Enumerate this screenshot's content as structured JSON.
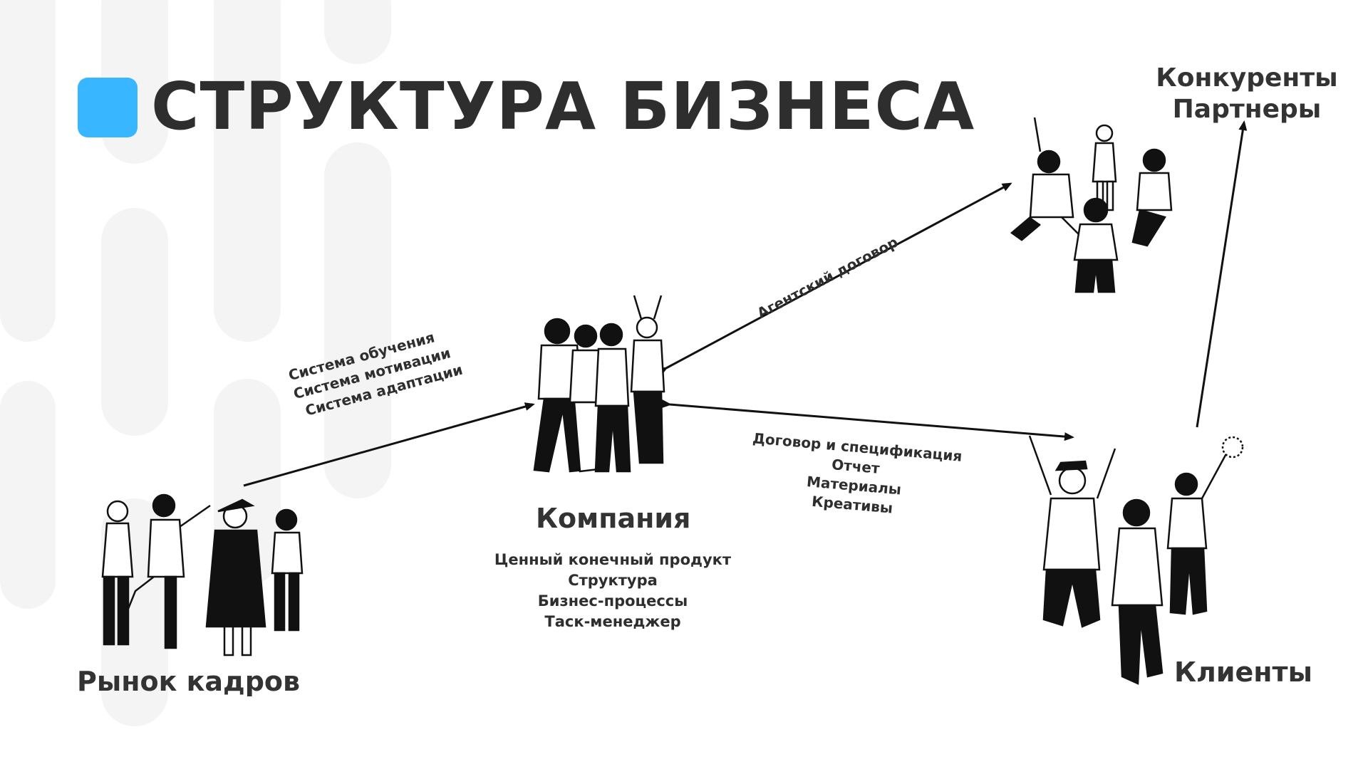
{
  "title": "СТРУКТУРА БИЗНЕСА",
  "accent_color": "#38b6ff",
  "nodes": {
    "market": {
      "label": "Рынок кадров"
    },
    "company": {
      "label": "Компания",
      "items": [
        "Ценный конечный продукт",
        "Структура",
        "Бизнес-процессы",
        "Таск-менеджер"
      ]
    },
    "competitors": {
      "line1": "Конкуренты",
      "line2": "Партнеры"
    },
    "clients": {
      "label": "Клиенты"
    }
  },
  "edges": {
    "market_company": [
      "Система обучения",
      "Система мотивации",
      "Система адаптации"
    ],
    "company_competitors": [
      "Агентский договор"
    ],
    "company_clients": [
      "Договор и спецификация",
      "Отчет",
      "Материалы",
      "Креативы"
    ]
  }
}
